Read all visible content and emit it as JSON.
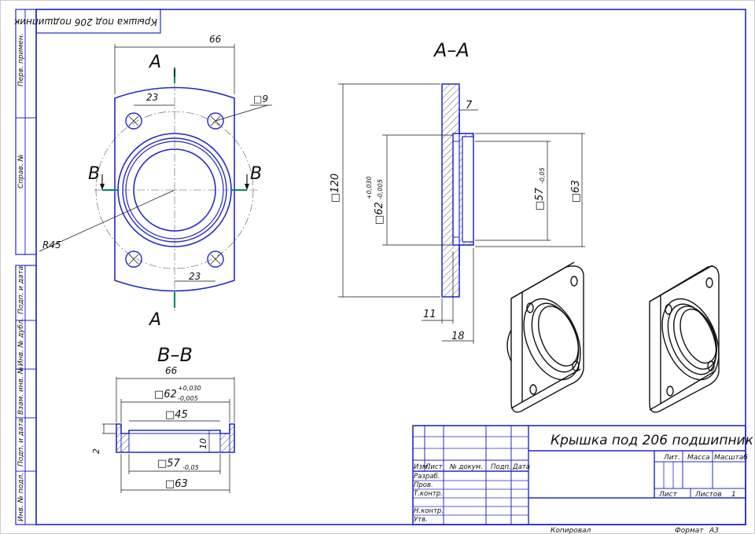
{
  "drawing": {
    "stamp_title": "Крышка под 206 подшипник",
    "stamp_mirrored": "Крышка под 206 подшипник",
    "side_labels": [
      "Перв. примен.",
      "Справ. №",
      "Подп. и дата",
      "Инв. № дубл.",
      "Взам. инв. №",
      "Подп. и дата",
      "Инв. № подл."
    ],
    "section_a": "А–А",
    "section_b": "В–В",
    "mark_a": "А",
    "mark_b": "В"
  },
  "front_view": {
    "width": "66",
    "hole_offset_top": "23",
    "hole_offset_bottom": "23",
    "hole_dia": "□9",
    "radius": "R45"
  },
  "section_aa": {
    "overall": "□120",
    "bore": "□62",
    "bore_tol_up": "+0,030",
    "bore_tol_lo": "-0,005",
    "recess": "□57",
    "recess_tol": "-0,05",
    "outer": "□63",
    "step": "7",
    "thickness": "11",
    "total": "18"
  },
  "section_bb": {
    "width": "66",
    "bore": "□62",
    "bore_tol_up": "+0,030",
    "bore_tol_lo": "-0,005",
    "inner": "□45",
    "height": "10",
    "lip": "2",
    "recess": "□57",
    "recess_tol": "-0,05",
    "outer": "□63"
  },
  "title_block": {
    "headers": [
      "Изм.",
      "Лист",
      "№ докум.",
      "Подп.",
      "Дата"
    ],
    "roles": [
      "Разраб.",
      "Пров.",
      "Т.контр.",
      "Н.контр.",
      "Утв."
    ],
    "lit": "Лит.",
    "mass": "Масса",
    "scale": "Масштаб",
    "sheet": "Лист",
    "sheets": "Листов",
    "sheets_count": "1",
    "copied": "Копировал",
    "format": "Формат",
    "format_value": "А3"
  }
}
